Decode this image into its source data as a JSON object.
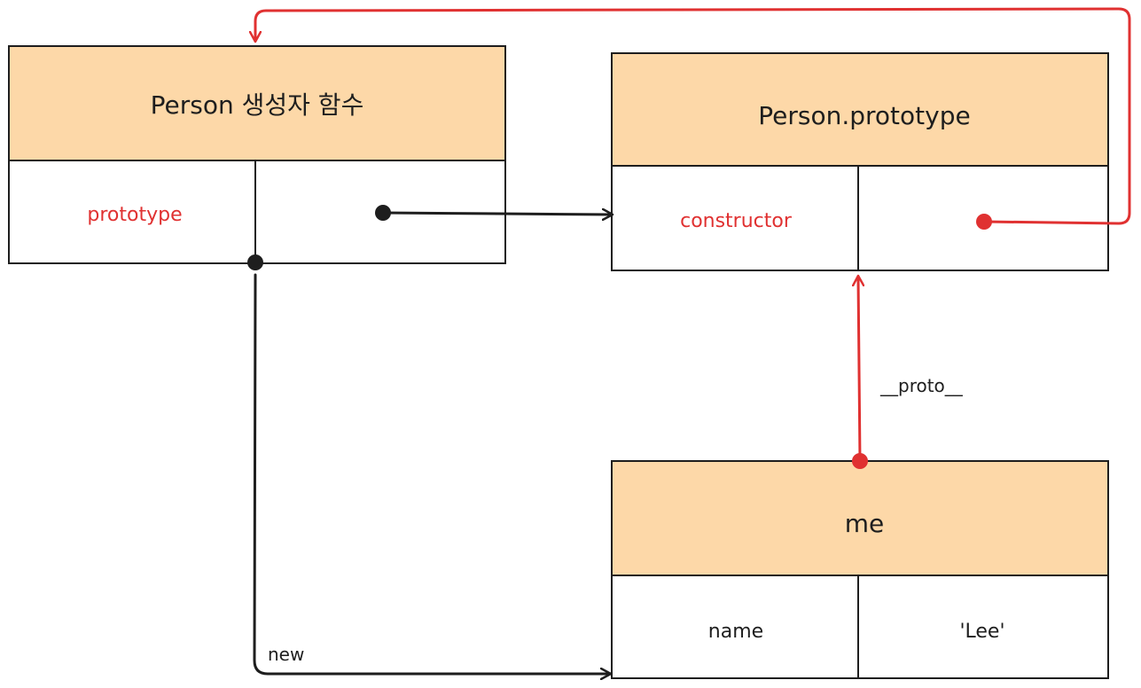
{
  "colors": {
    "header_fill": "#fdd8a8",
    "stroke": "#1e1e1e",
    "accent_red": "#e03131",
    "text_dark": "#1e1e1e"
  },
  "boxes": {
    "person_constructor": {
      "title": "Person 생성자 함수",
      "property_key": "prototype"
    },
    "person_prototype": {
      "title": "Person.prototype",
      "property_key": "constructor"
    },
    "me": {
      "title": "me",
      "property_key": "name",
      "property_value": "'Lee'"
    }
  },
  "labels": {
    "proto_link": "__proto__",
    "new_link": "new"
  }
}
